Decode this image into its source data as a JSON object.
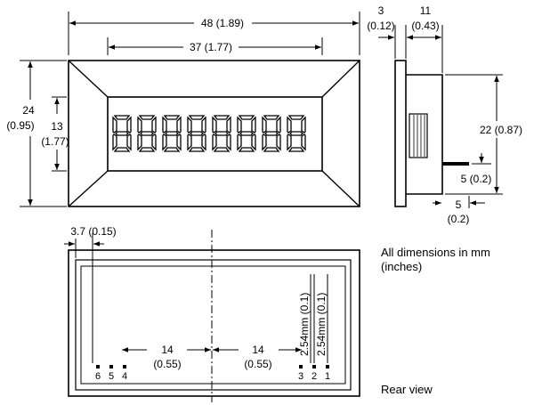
{
  "front_view": {
    "width": "48 (1.89)",
    "window_width": "37 (1.77)",
    "height_mm": "24",
    "height_in": "(0.95)",
    "window_height_mm": "13",
    "window_height_in": "(1.77)",
    "digit_count": 8
  },
  "side_view": {
    "bezel_mm": "3",
    "bezel_in": "(0.12)",
    "depth_mm": "11",
    "depth_in": "(0.43)",
    "body_height": "22 (0.87)",
    "pin_length": "5 (0.2)",
    "pin_offset_mm": "5",
    "pin_offset_in": "(0.2)"
  },
  "rear_view": {
    "edge_offset": "3.7 (0.15)",
    "left_spacing_mm": "14",
    "left_spacing_in": "(0.55)",
    "right_spacing_mm": "14",
    "right_spacing_in": "(0.55)",
    "pitch_1": "2.54mm (0.1)",
    "pitch_2": "2.54mm (0.1)",
    "pins": [
      "6",
      "5",
      "4",
      "3",
      "2",
      "1"
    ],
    "caption": "Rear view"
  },
  "notes": {
    "units_line1": "All dimensions in mm",
    "units_line2": "(inches)"
  }
}
